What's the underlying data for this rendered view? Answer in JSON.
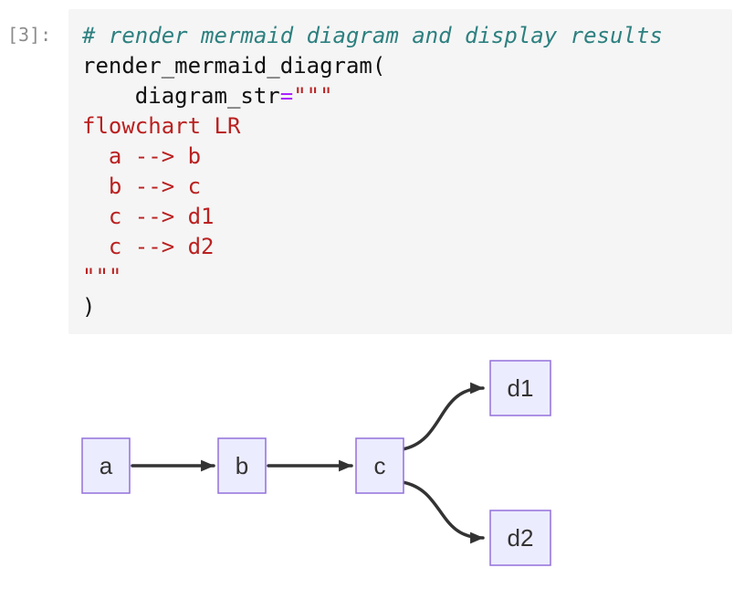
{
  "notebook": {
    "cell": {
      "prompt": "[3]:",
      "code_lines": [
        {
          "segments": [
            {
              "text": "# render mermaid diagram and display results",
              "style": "comment"
            }
          ]
        },
        {
          "segments": [
            {
              "text": "render_mermaid_diagram(",
              "style": "plain"
            }
          ]
        },
        {
          "segments": [
            {
              "text": "    diagram_str",
              "style": "plain"
            },
            {
              "text": "=",
              "style": "operator"
            },
            {
              "text": "\"\"\"",
              "style": "string"
            }
          ]
        },
        {
          "segments": [
            {
              "text": "flowchart LR",
              "style": "string"
            }
          ]
        },
        {
          "segments": [
            {
              "text": "  a --> b",
              "style": "string"
            }
          ]
        },
        {
          "segments": [
            {
              "text": "  b --> c",
              "style": "string"
            }
          ]
        },
        {
          "segments": [
            {
              "text": "  c --> d1",
              "style": "string"
            }
          ]
        },
        {
          "segments": [
            {
              "text": "  c --> d2",
              "style": "string"
            }
          ]
        },
        {
          "segments": [
            {
              "text": "\"\"\"",
              "style": "string"
            }
          ]
        },
        {
          "segments": [
            {
              "text": ")",
              "style": "plain"
            }
          ]
        }
      ]
    },
    "output_diagram": {
      "type": "flowchart",
      "direction": "LR",
      "nodes": [
        {
          "id": "a",
          "label": "a"
        },
        {
          "id": "b",
          "label": "b"
        },
        {
          "id": "c",
          "label": "c"
        },
        {
          "id": "d1",
          "label": "d1"
        },
        {
          "id": "d2",
          "label": "d2"
        }
      ],
      "edges": [
        {
          "from": "a",
          "to": "b"
        },
        {
          "from": "b",
          "to": "c"
        },
        {
          "from": "c",
          "to": "d1"
        },
        {
          "from": "c",
          "to": "d2"
        }
      ]
    },
    "colors": {
      "cell_background": "#f5f5f5",
      "prompt_text": "#8c8c8c",
      "token_comment": "#2e8080",
      "token_string": "#ba2121",
      "token_operator": "#aa22ff",
      "token_plain": "#111111",
      "node_fill": "#ececff",
      "node_border": "#9370db",
      "edge_stroke": "#333333"
    }
  }
}
